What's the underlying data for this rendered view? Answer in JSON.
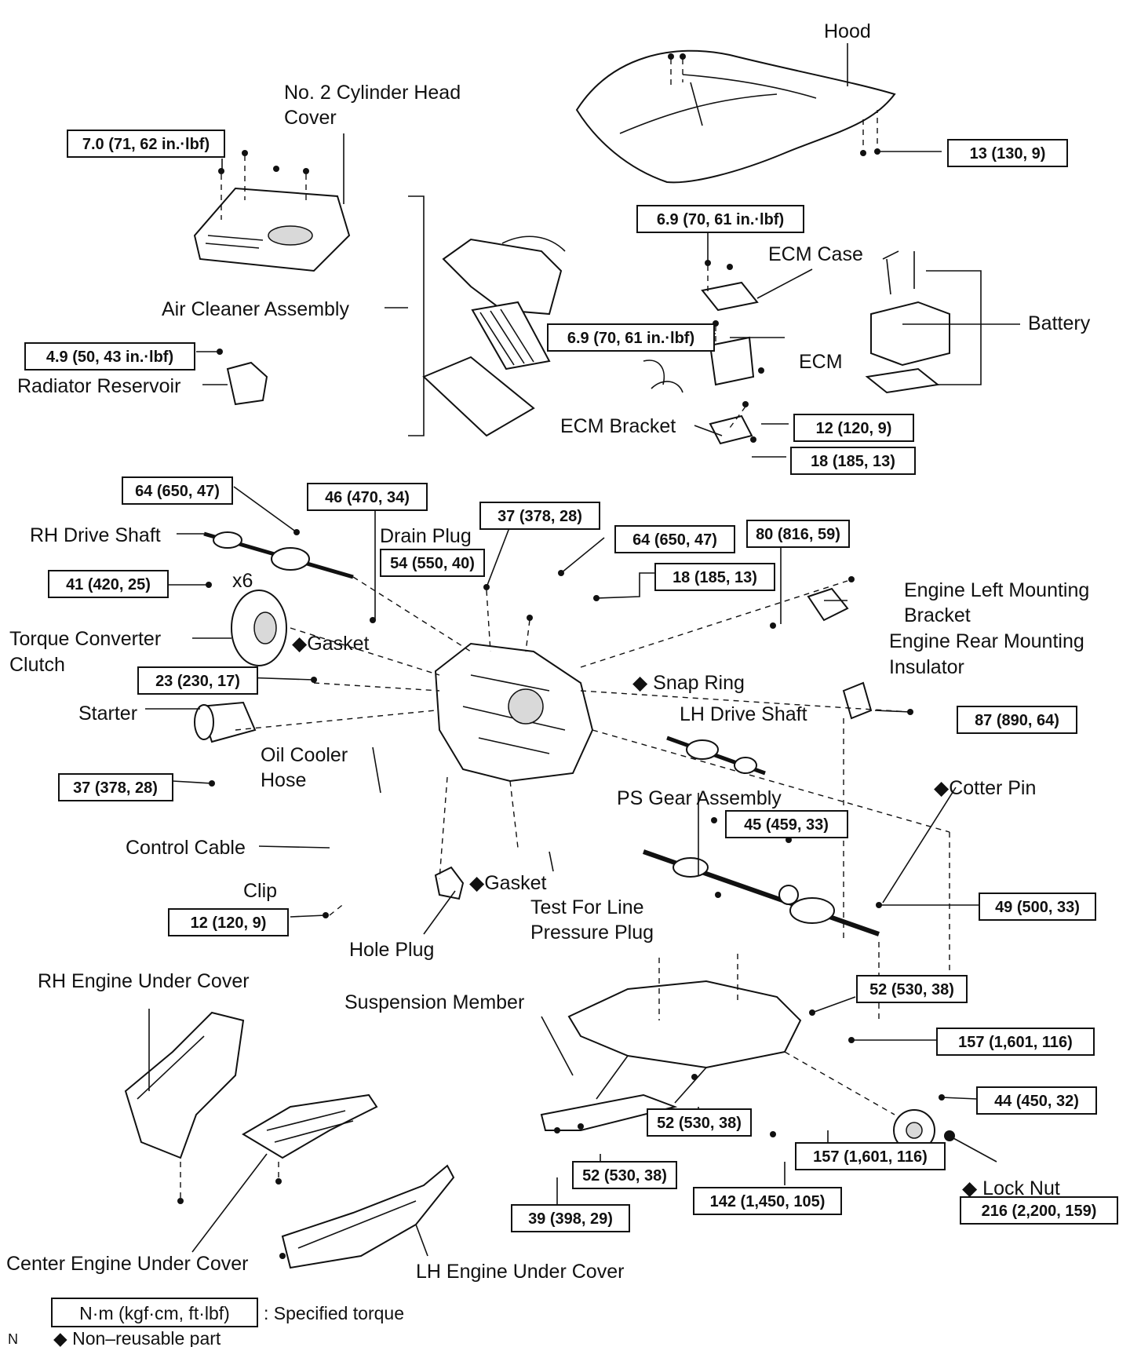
{
  "labels": {
    "hood": "Hood",
    "no2_cyl_head_cover_1": "No. 2  Cylinder  Head",
    "no2_cyl_head_cover_2": "Cover",
    "air_cleaner": "Air Cleaner Assembly",
    "ecm_case": "ECM Case",
    "battery": "Battery",
    "ecm": "ECM",
    "radiator_reservoir": "Radiator Reservoir",
    "ecm_bracket": "ECM Bracket",
    "rh_drive_shaft": "RH Drive Shaft",
    "drain_plug": "Drain Plug",
    "x6": "x6",
    "engine_left_mounting_1": "Engine  Left  Mounting",
    "engine_left_mounting_2": "Bracket",
    "engine_rear_mounting_1": "Engine  Rear  Mounting",
    "engine_rear_mounting_2": "Insulator",
    "torque_converter_1": "Torque  Converter",
    "torque_converter_2": "Clutch",
    "gasket_1": "◆Gasket",
    "snap_ring": "◆ Snap Ring",
    "lh_drive_shaft": "LH Drive Shaft",
    "starter": "Starter",
    "oil_cooler_1": "Oil Cooler",
    "oil_cooler_2": "Hose",
    "cotter_pin": "◆Cotter Pin",
    "ps_gear": "PS Gear Assembly",
    "control_cable": "Control Cable",
    "clip": "Clip",
    "gasket_2": "◆Gasket",
    "test_plug_1": "Test For Line",
    "test_plug_2": "Pressure Plug",
    "hole_plug": "Hole Plug",
    "rh_under_cover": "RH Engine Under Cover",
    "suspension_member": "Suspension Member",
    "lock_nut": "◆ Lock Nut",
    "center_under_cover": "Center Engine Under Cover",
    "lh_under_cover": "LH Engine Under Cover",
    "corner_mark": "N"
  },
  "torques": {
    "t_7_0": "7.0 (71, 62 in.·lbf)",
    "t_13": "13 (130, 9)",
    "t_6_9_a": "6.9 (70, 61 in.·lbf)",
    "t_6_9_b": "6.9 (70, 61 in.·lbf)",
    "t_4_9": "4.9 (50, 43 in.·lbf)",
    "t_12_ecm": "12 (120, 9)",
    "t_18_ecm": "18 (185, 13)",
    "t_64_a": "64 (650, 47)",
    "t_46": "46 (470, 34)",
    "t_37_a": "37 (378, 28)",
    "t_64_b": "64 (650, 47)",
    "t_80": "80 (816, 59)",
    "t_54": "54 (550, 40)",
    "t_18_b": "18 (185, 13)",
    "t_41": "41 (420, 25)",
    "t_23": "23 (230, 17)",
    "t_87": "87 (890, 64)",
    "t_37_b": "37 (378, 28)",
    "t_45": "45 (459, 33)",
    "t_49": "49 (500, 33)",
    "t_12_b": "12 (120, 9)",
    "t_52_a": "52 (530, 38)",
    "t_157_a": "157 (1,601, 116)",
    "t_44": "44 (450, 32)",
    "t_52_b": "52 (530, 38)",
    "t_157_b": "157 (1,601, 116)",
    "t_52_c": "52 (530, 38)",
    "t_142": "142 (1,450, 105)",
    "t_216": "216 (2,200, 159)",
    "t_39": "39 (398, 29)"
  },
  "legend": {
    "unit_box": "N·m (kgf·cm, ft·lbf)",
    "unit_desc": ": Specified torque",
    "non_reusable": "◆ Non–reusable part"
  }
}
